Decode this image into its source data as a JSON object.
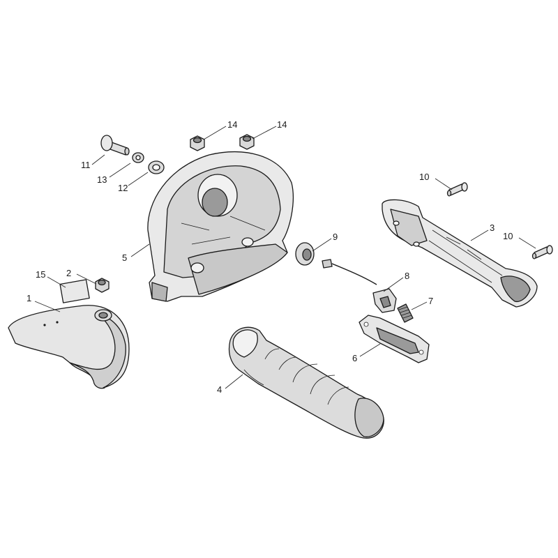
{
  "callouts": [
    {
      "id": "1"
    },
    {
      "id": "2"
    },
    {
      "id": "3"
    },
    {
      "id": "4"
    },
    {
      "id": "5"
    },
    {
      "id": "6"
    },
    {
      "id": "7"
    },
    {
      "id": "8"
    },
    {
      "id": "9"
    },
    {
      "id": "10"
    },
    {
      "id": "10b",
      "text": "10"
    },
    {
      "id": "11"
    },
    {
      "id": "12"
    },
    {
      "id": "13"
    },
    {
      "id": "14"
    },
    {
      "id": "14b",
      "text": "14"
    },
    {
      "id": "15"
    }
  ],
  "colors": {
    "line": "#1a1a1a",
    "fill_light": "#e9e9e9",
    "fill_mid": "#c8c8c8",
    "fill_dark": "#8a8a8a"
  }
}
